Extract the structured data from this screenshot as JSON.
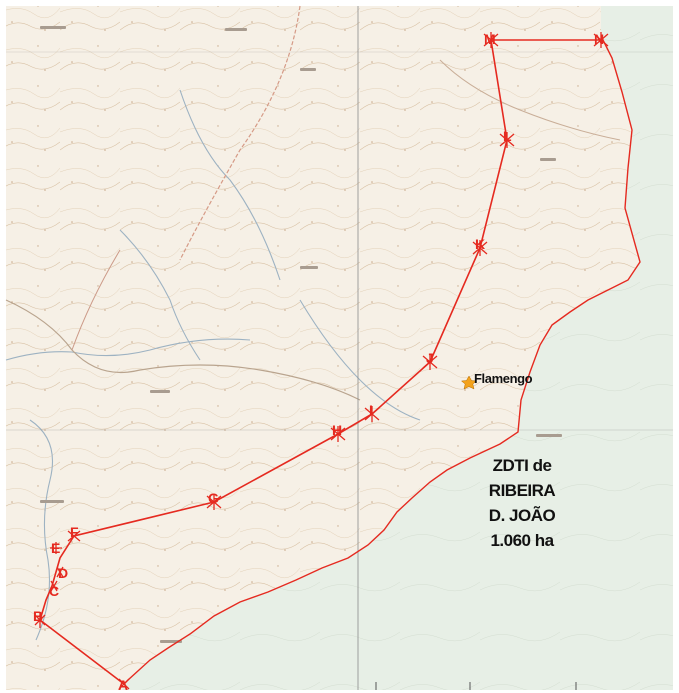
{
  "map": {
    "place_label": "Flamengo",
    "zone_label": {
      "line1": "ZDTI de",
      "line2": "RIBEIRA",
      "line3": "D. JOÃO",
      "line4": "1.060 ha"
    },
    "vertices": [
      "A",
      "B",
      "C",
      "D",
      "E",
      "F",
      "G",
      "H",
      "I",
      "J",
      "K",
      "L",
      "M",
      "N"
    ],
    "colors": {
      "boundary": "#e52a20",
      "land": "#f6f0e6",
      "sea": "#e7efe6",
      "grid": "#8b8b8b",
      "place_marker": "#f3a21b"
    }
  }
}
